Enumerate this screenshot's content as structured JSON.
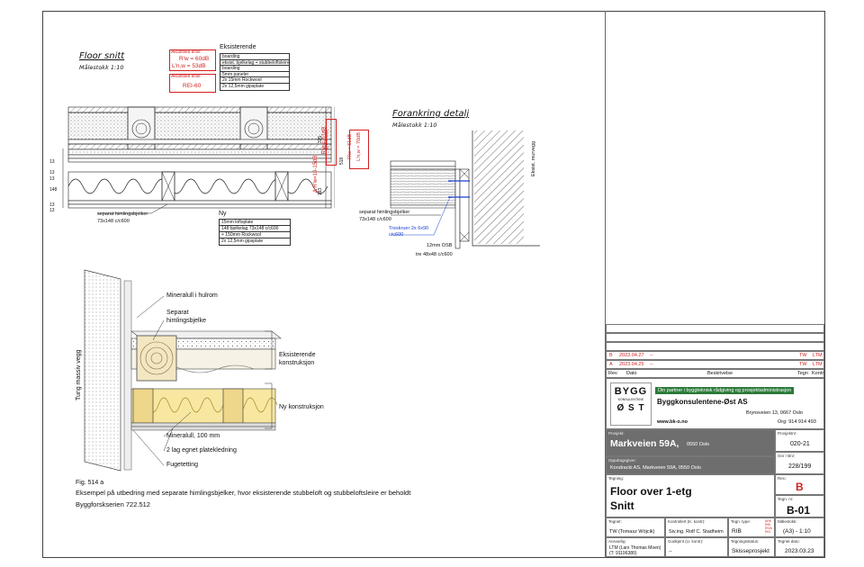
{
  "floor_section": {
    "title": "Floor snitt",
    "scale": "Målestokk 1:10",
    "acoustic_header": "Akustiske krav:",
    "acoustic_rw": "R'w = 60dB",
    "acoustic_lnw": "L'n,w = 53dB",
    "fire_header": "Akustiske krav:",
    "fire_value": "REI-60",
    "existing_header": "Eksisterende",
    "existing_layers": [
      "boarding",
      "eksist. bjelkelag + stubbeloftsleire",
      "boarding",
      "5mm paneler",
      "2x 15mm Rockwool",
      "2x 12,5mm gipsplate"
    ],
    "dim_325": "325",
    "dim_518": "518",
    "dim_193": "193",
    "rw_box_1": "R'w = 51dB",
    "rw_box_1_sub": "(målt opp)",
    "rw_box_2": "R'w = 61dB",
    "rw_box_2_sub": "L'n,w = 70dB",
    "delta_rw": "Δ R'w=10-15dB",
    "left_dims": [
      "13",
      "13",
      "13",
      "148",
      "13",
      "13"
    ],
    "joist_label": "separat himlingsbjelker",
    "joist_size": "73x148 c/c600",
    "new_header": "Ny",
    "new_layers": [
      "15mm loftsplate",
      "148 bjelkelag 73x148 c/c600",
      "+ 150mm Rockwool",
      "2x 12,5mm gipsplate"
    ]
  },
  "anchor_detail": {
    "title": "Forankring  detalj",
    "scale": "Målestokk 1:10",
    "wall_label": "Eksist. murvegg",
    "joist_label": "separat himlingsbjelker",
    "joist_size": "73x148 c/c600",
    "screw_label": "Treskruer 2x 6x90",
    "screw_spacing": "c/c600",
    "osb_label": "12mm OSB",
    "bar_label": "tre 48x48 c/c600"
  },
  "illustration": {
    "wall_label": "Tung massiv vegg",
    "labels": [
      "Mineralull i hulrom",
      "Separat",
      "himlingsbjelke",
      "Eksisterende",
      "konstruksjon",
      "Ny konstruksjon",
      "Mineralull, 100 mm",
      "2 lag egnet platekledning",
      "Fugetetting"
    ],
    "fig_number": "Fig. 514 a",
    "caption": "Eksempel på utbedring med separate himlingsbjelker, hvor eksisterende stubbeloft og stubbeloftsleire er beholdt",
    "source": "Byggforskserien  722.512"
  },
  "revisions": {
    "rows": [
      {
        "rev": "B",
        "date": "2023.04.27",
        "desc": "--",
        "drawn": "TW",
        "checked": "LTM"
      },
      {
        "rev": "A",
        "date": "2023.04.25",
        "desc": "--",
        "drawn": "TW",
        "checked": "LTM"
      }
    ],
    "headers": {
      "rev": "Rev",
      "date": "Dato",
      "desc": "Beskrivelse",
      "drawn": "Tegn",
      "checked": "Kontr"
    }
  },
  "company": {
    "logo_top": "BYGG",
    "logo_mid": "KONSULENTENE",
    "logo_bottom": "Ø S T",
    "tagline": "Din partner i byggteknisk rådgiving og prosjektadministrasjon",
    "name": "Byggkonsulentene-Øst AS",
    "address": "Brynsveien 13, 0667 Oslo",
    "org": "Org: 914 914 493",
    "web": "www.bk-o.no"
  },
  "project": {
    "label": "Prosjekt:",
    "name": "Markveien 59A,",
    "city": "0550 Oslo",
    "number_label": "Prosjektnr:",
    "number": "020-21",
    "client_label": "Oppdragsgiver:",
    "client": "Kondracki AS,  Markveien 59A, 0550 Oslo",
    "gnr_label": "Gnr / Bnr:",
    "gnr": "228/199"
  },
  "drawing": {
    "label": "Tegning:",
    "title_1": "Floor over 1-etg",
    "title_2": "Snitt",
    "rev_label": "Rev.:",
    "rev": "B",
    "number_label": "Tegn. nr:",
    "number": "B-01"
  },
  "footer": {
    "drawn_label": "Tegnet:",
    "drawn": "TW (Tomasz Wójcik)",
    "checked_label": "Kontrollert (K. kontr):",
    "checked": "Siv.ing. Rolf C. Stadheim",
    "type_label": "Tegn. type:",
    "type": "RIB",
    "type_codes": [
      "ARK",
      "RIB",
      "RIVA",
      "RIG"
    ],
    "scale_label": "Målestokk:",
    "scale": "(A3) - 1:10",
    "responsible_label": "Ansvarlig:",
    "responsible": "LTM (Lars Thomas Moen)",
    "responsible_phone": "(T: 91196380)",
    "approved_label": "Godkjent (U. kontr):",
    "approved": "--",
    "status_label": "Tegningsstatus:",
    "status": "Skisseprosjekt",
    "date_label": "Tegnet dato:",
    "date": "2023.03.23"
  }
}
